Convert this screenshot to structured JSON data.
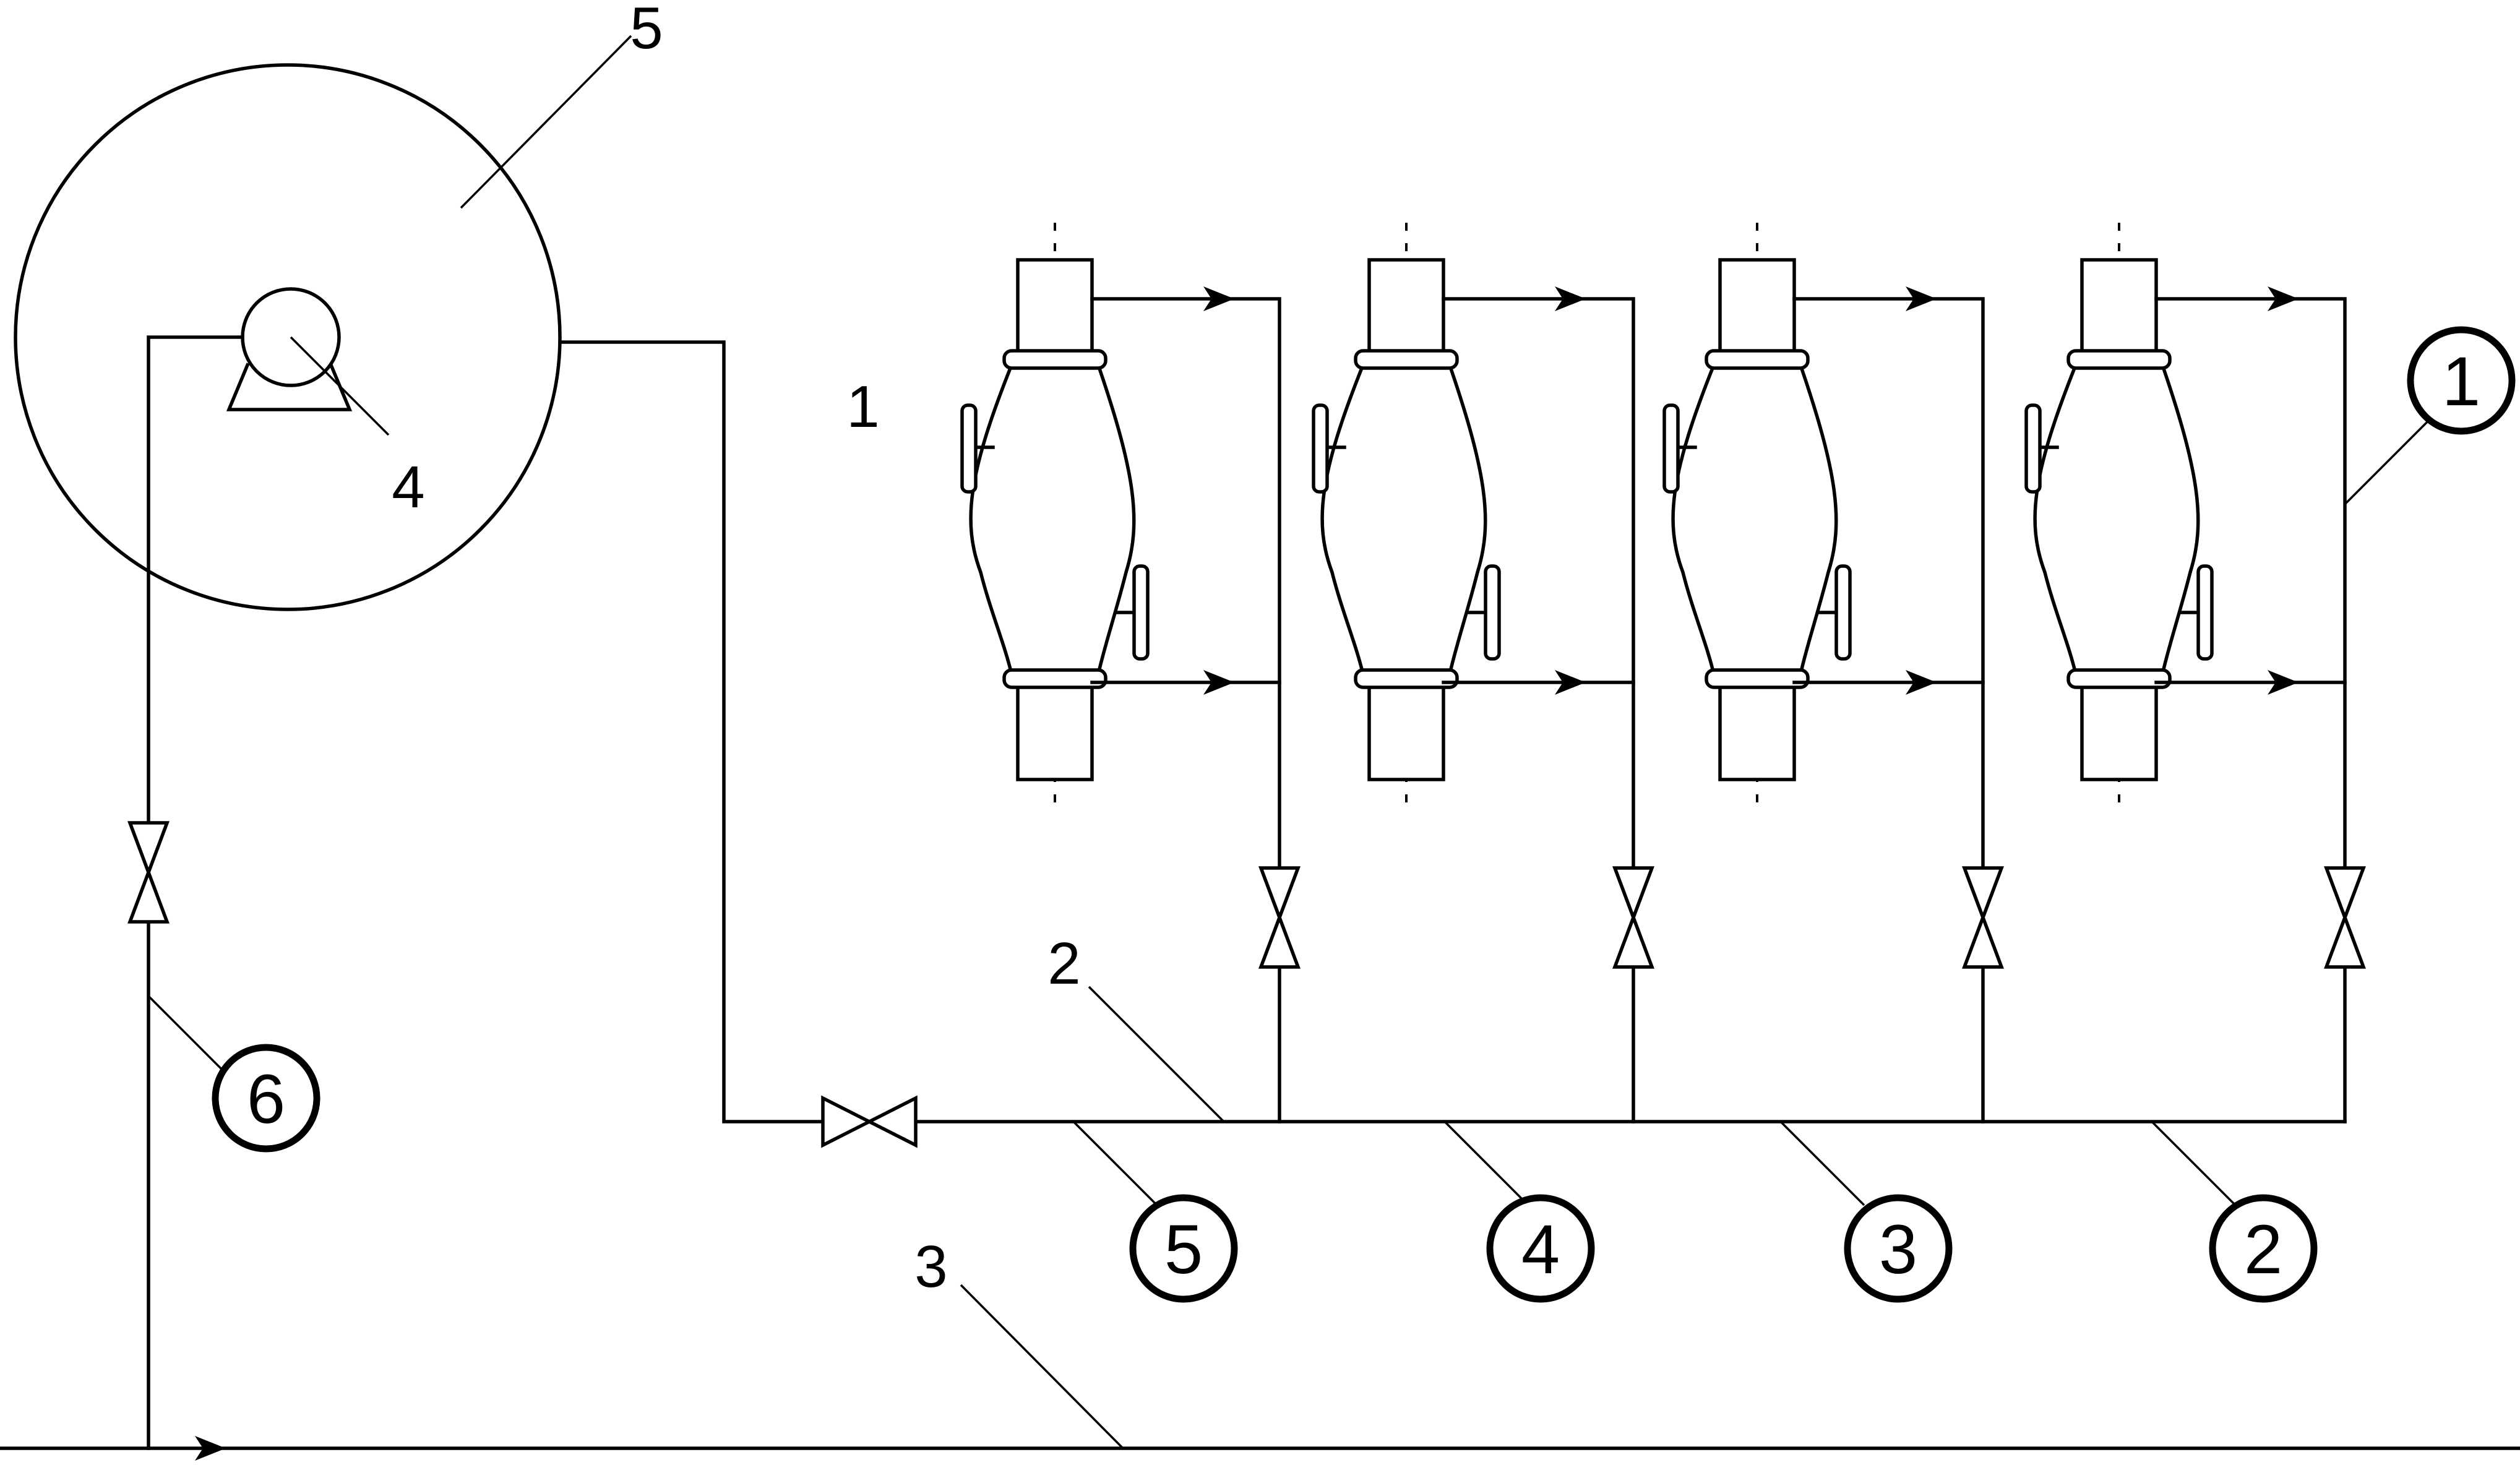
{
  "labels": {
    "tank": "5",
    "pump": "4",
    "column": "1",
    "header": "2",
    "drain": "3"
  },
  "circled": {
    "c1": "1",
    "c2": "2",
    "c3": "3",
    "c4": "4",
    "c5": "5",
    "c6": "6"
  },
  "colors": {
    "line": "#000000",
    "background": "#ffffff"
  }
}
